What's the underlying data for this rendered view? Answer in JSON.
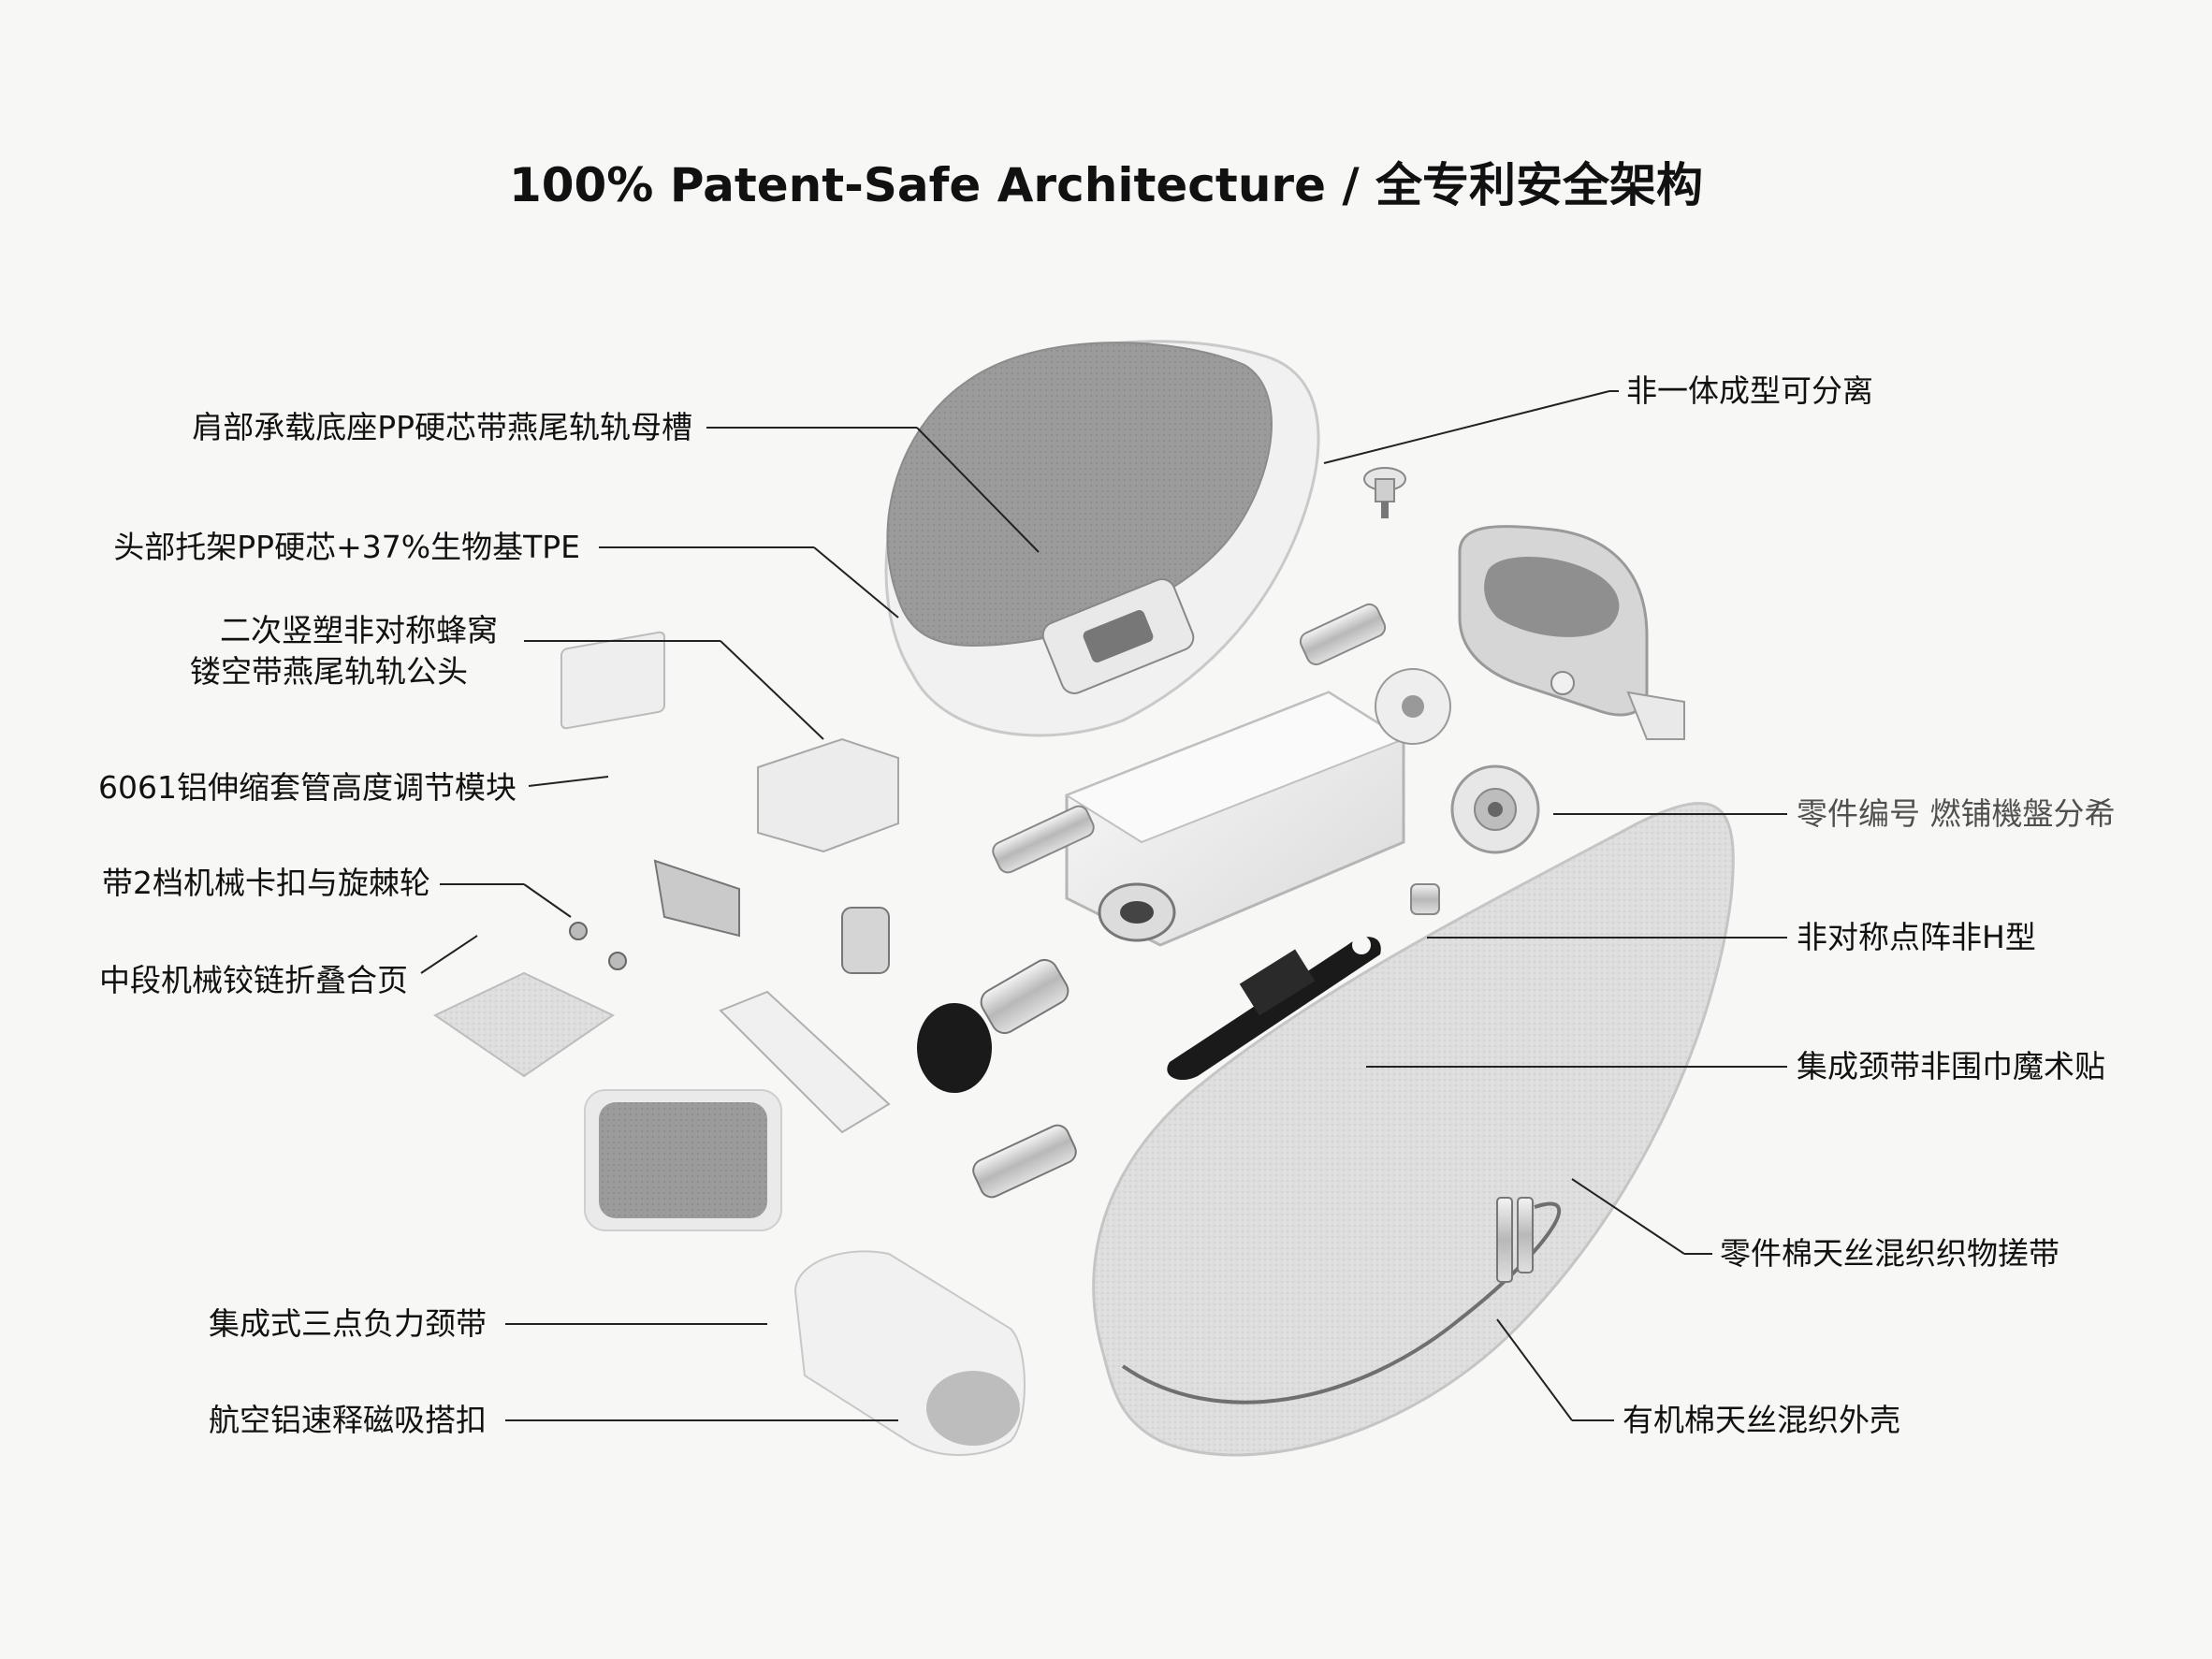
{
  "title": "100% Patent-Safe Architecture / 全专利安全架构",
  "labels": {
    "l1": "肩部承载底座PP硬芯带燕尾轨轨母槽",
    "l2": "头部托架PP硬芯+37%生物基TPE",
    "l3a": "二次竖塑非对称蜂窝",
    "l3b": "镂空带燕尾轨轨公头",
    "l4": "6061铝伸缩套管高度调节模块",
    "l5": "带2档机械卡扣与旋棘轮",
    "l6": "中段机械铰链折叠合页",
    "l7": "集成式三点负力颈带",
    "l8": "航空铝速释磁吸搭扣",
    "r1": "非一体成型可分离",
    "r2": "零件编号 燃铺機盤分希",
    "r3": "非对称点阵非H型",
    "r4": "集成颈带非围巾魔术贴",
    "r5": "零件棉天丝混织织物搓带",
    "r6": "有机棉天丝混织外壳"
  },
  "colors": {
    "background": "#f7f7f5",
    "text": "#111111",
    "fabric_dark": "#9a9a9a",
    "fabric_light": "#dcdcdc",
    "plastic": "#f1f1f1",
    "metal": "#c8c8c8",
    "black_part": "#1a1a1a"
  }
}
